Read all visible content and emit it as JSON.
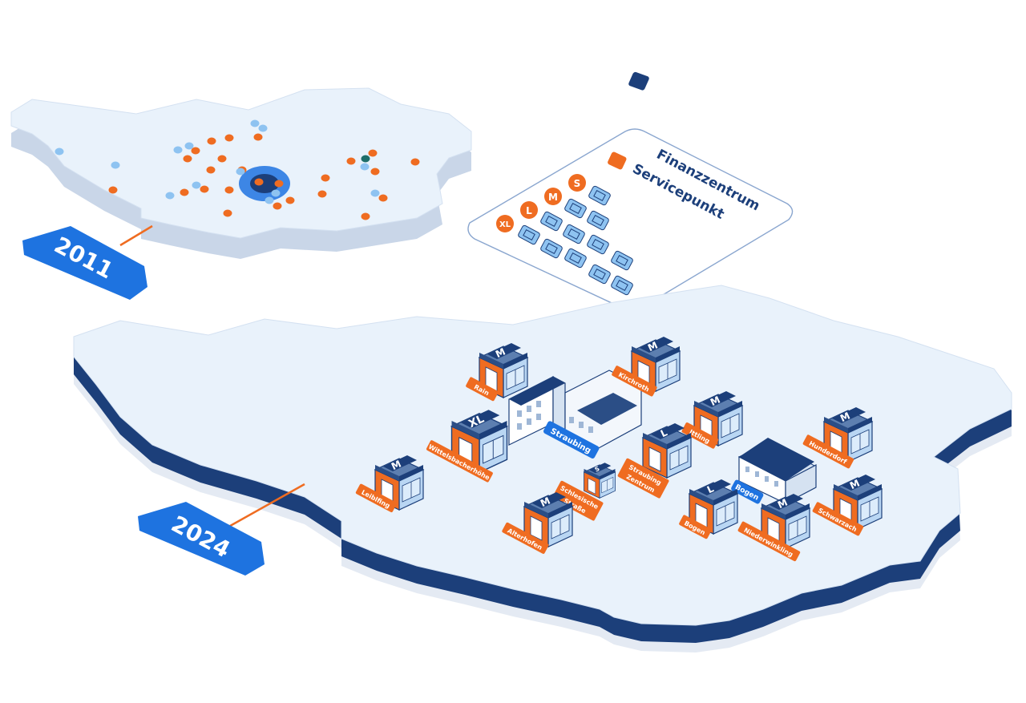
{
  "maps": [
    {
      "year": "2011"
    },
    {
      "year": "2024"
    }
  ],
  "legend": {
    "finanzzentrum": "Finanzzentrum",
    "servicepunkt": "Servicepunkt",
    "sizes": [
      "S",
      "M",
      "L",
      "XL"
    ]
  },
  "colors": {
    "map_top": "#e9f2fb",
    "map_edge_2011": "#c9d6e8",
    "map_edge_2024": "#1c3f7a",
    "orange": "#ef6c21",
    "blue": "#1e73e0",
    "navy": "#1c3f7a",
    "light_blue": "#8ec3f1",
    "teal": "#1e6e6a"
  },
  "buildings": [
    {
      "size": "M",
      "label": "Rain"
    },
    {
      "size": "M",
      "label": "Kirchroth"
    },
    {
      "size": "XL",
      "label": "Wittelsbacherhöhe"
    },
    {
      "size": "M",
      "label": "Ittling"
    },
    {
      "size": "M",
      "label": "Hunderdorf"
    },
    {
      "size": "L",
      "label": "Straubing Zentrum"
    },
    {
      "size": "M",
      "label": "Leiblfing"
    },
    {
      "size": "S",
      "label": "Schlesische Straße"
    },
    {
      "size": "M",
      "label": "Alterhofen"
    },
    {
      "size": "L",
      "label": "Bogen"
    },
    {
      "size": "M",
      "label": "Niederwinkling"
    },
    {
      "size": "M",
      "label": "Schwarzach"
    }
  ],
  "finanzzentren": [
    {
      "label": "Straubing"
    },
    {
      "label": "Bogen"
    }
  ],
  "dots_2011": [
    {
      "type": "orange"
    },
    {
      "type": "orange"
    },
    {
      "type": "orange"
    },
    {
      "type": "orange"
    },
    {
      "type": "orange"
    },
    {
      "type": "orange"
    },
    {
      "type": "orange"
    },
    {
      "type": "orange"
    },
    {
      "type": "orange"
    },
    {
      "type": "orange"
    },
    {
      "type": "orange"
    },
    {
      "type": "orange"
    },
    {
      "type": "orange"
    },
    {
      "type": "orange"
    },
    {
      "type": "orange"
    },
    {
      "type": "orange"
    },
    {
      "type": "orange"
    },
    {
      "type": "orange"
    },
    {
      "type": "orange"
    },
    {
      "type": "orange"
    },
    {
      "type": "orange"
    },
    {
      "type": "orange"
    },
    {
      "type": "orange"
    },
    {
      "type": "orange"
    },
    {
      "type": "light"
    },
    {
      "type": "light"
    },
    {
      "type": "light"
    },
    {
      "type": "light"
    },
    {
      "type": "light"
    },
    {
      "type": "light"
    },
    {
      "type": "light"
    },
    {
      "type": "light"
    },
    {
      "type": "light"
    },
    {
      "type": "light"
    },
    {
      "type": "light"
    },
    {
      "type": "light"
    },
    {
      "type": "light"
    },
    {
      "type": "teal"
    }
  ]
}
